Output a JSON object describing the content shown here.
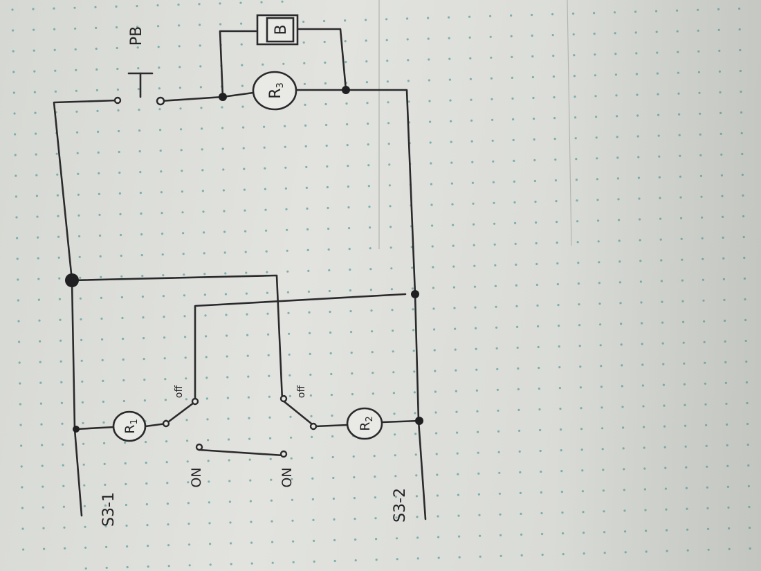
{
  "diagram": {
    "labels": {
      "r1": "R1",
      "r2": "R2",
      "r3": "R3",
      "b": "B",
      "pb": "PB",
      "s3_1": "S3-1",
      "s3_2": "S3-2",
      "on_1": "ON",
      "on_2": "ON",
      "off_1": "off",
      "off_2": "off"
    },
    "colors": {
      "ink": "#2a2a2c",
      "paper": "#dcddd8",
      "dot": "#5e9f9c"
    },
    "icons": [
      "push-button-icon",
      "switch-icon",
      "terminal-icon"
    ]
  }
}
